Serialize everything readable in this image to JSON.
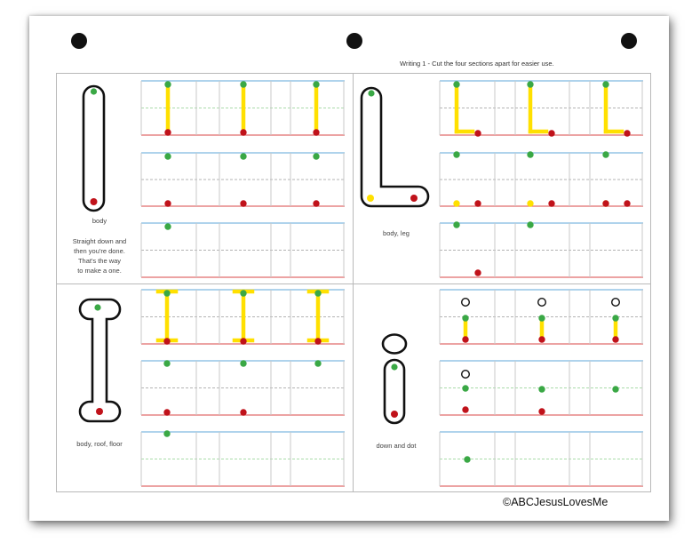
{
  "header": {
    "instruction": "Writing 1 - Cut the four sections apart for easier use."
  },
  "sections": {
    "I_lower_l": {
      "label": "body",
      "rhyme_line1": "Straight down and",
      "rhyme_line2": "then you're done.",
      "rhyme_line3": "That's the way",
      "rhyme_line4": "to make a one."
    },
    "L_upper": {
      "label": "body, leg"
    },
    "I_upper": {
      "label": "body, roof, floor"
    },
    "i_lower": {
      "label": "down and dot"
    }
  },
  "footer": {
    "copyright": "©ABCJesusLovesMe"
  },
  "colors": {
    "start_dot": "#3aa845",
    "end_dot": "#c0121a",
    "stroke_guide": "#ffe000",
    "top_line": "#7fb9e0",
    "mid_line": "#8ecf8e",
    "base_line": "#e06c6c",
    "dash_line": "#9a9a9a"
  },
  "icons": {
    "holes": "binder-hole-icon",
    "start": "green-start-dot-icon",
    "end": "red-end-dot-icon",
    "dot_open": "open-circle-dot-icon"
  }
}
